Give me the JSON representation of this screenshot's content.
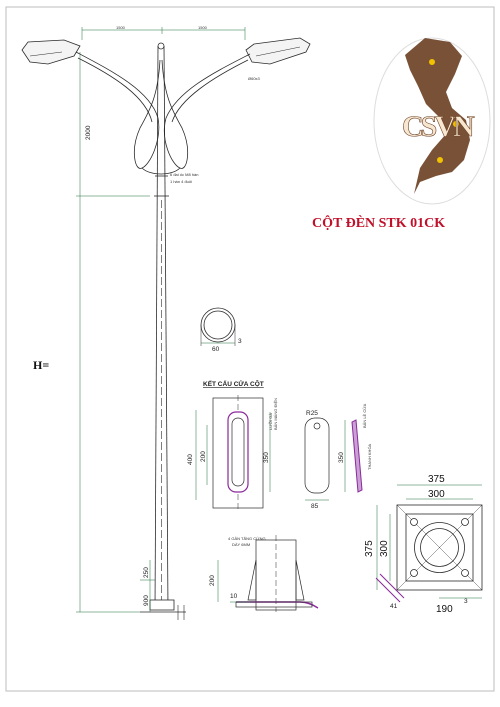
{
  "title": "CỘT ĐÈN STK 01CK",
  "logo_text": "CSVN",
  "h_label": "H=",
  "colors": {
    "title": "#c0102a",
    "accent": "#8a2a9a",
    "logo": "#6e4226",
    "line": "#2a2a2a",
    "dimension": "#1f6e3a"
  },
  "pole": {
    "top_span_left": "1500",
    "top_span_right": "1500",
    "height_upper": "2000",
    "height_base1": "250",
    "height_base2": "900",
    "arm_pipe": "Ø60x3",
    "note_lines": [
      "6 đai ốc M8 hàn",
      "1 hàn 4 đuôi"
    ]
  },
  "pipe_section": {
    "dia": "60",
    "thickness": "3"
  },
  "door": {
    "heading": "KẾT CẤU CỬA CỘT",
    "dim_outer": "400",
    "dim_inner": "200",
    "dim_side": "350",
    "cover_radius": "R25",
    "cover_height": "350",
    "cover_width": "85",
    "cover_labels": [
      "LƯỠI GÀ",
      "BẢN MÁNG ĐIỆN"
    ],
    "side_labels": [
      "BẢN LỀ CỬA",
      "THANH KHÓA"
    ]
  },
  "base_detail": {
    "note_lines": [
      "4 GÂN TĂNG CỨNG",
      "DÀY 6MM"
    ],
    "dim_height": "200",
    "dim_plate": "10"
  },
  "base_plate": {
    "outer": "375",
    "inner": "300",
    "side_outer": "375",
    "side_inner": "300",
    "bolt": "41",
    "offset": "190",
    "thickness": "3"
  }
}
